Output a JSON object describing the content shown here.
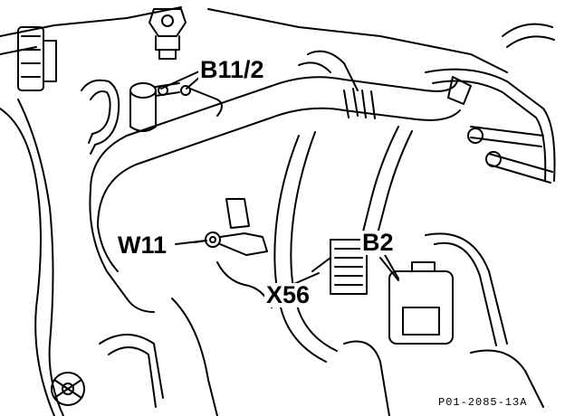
{
  "diagram": {
    "labels": {
      "b11_2": "B11/2",
      "w11": "W11",
      "x56": "X56",
      "b2": "B2"
    },
    "figure_id": "P01-2085-13A"
  },
  "colors": {
    "line": "#000000",
    "background": "#ffffff"
  }
}
